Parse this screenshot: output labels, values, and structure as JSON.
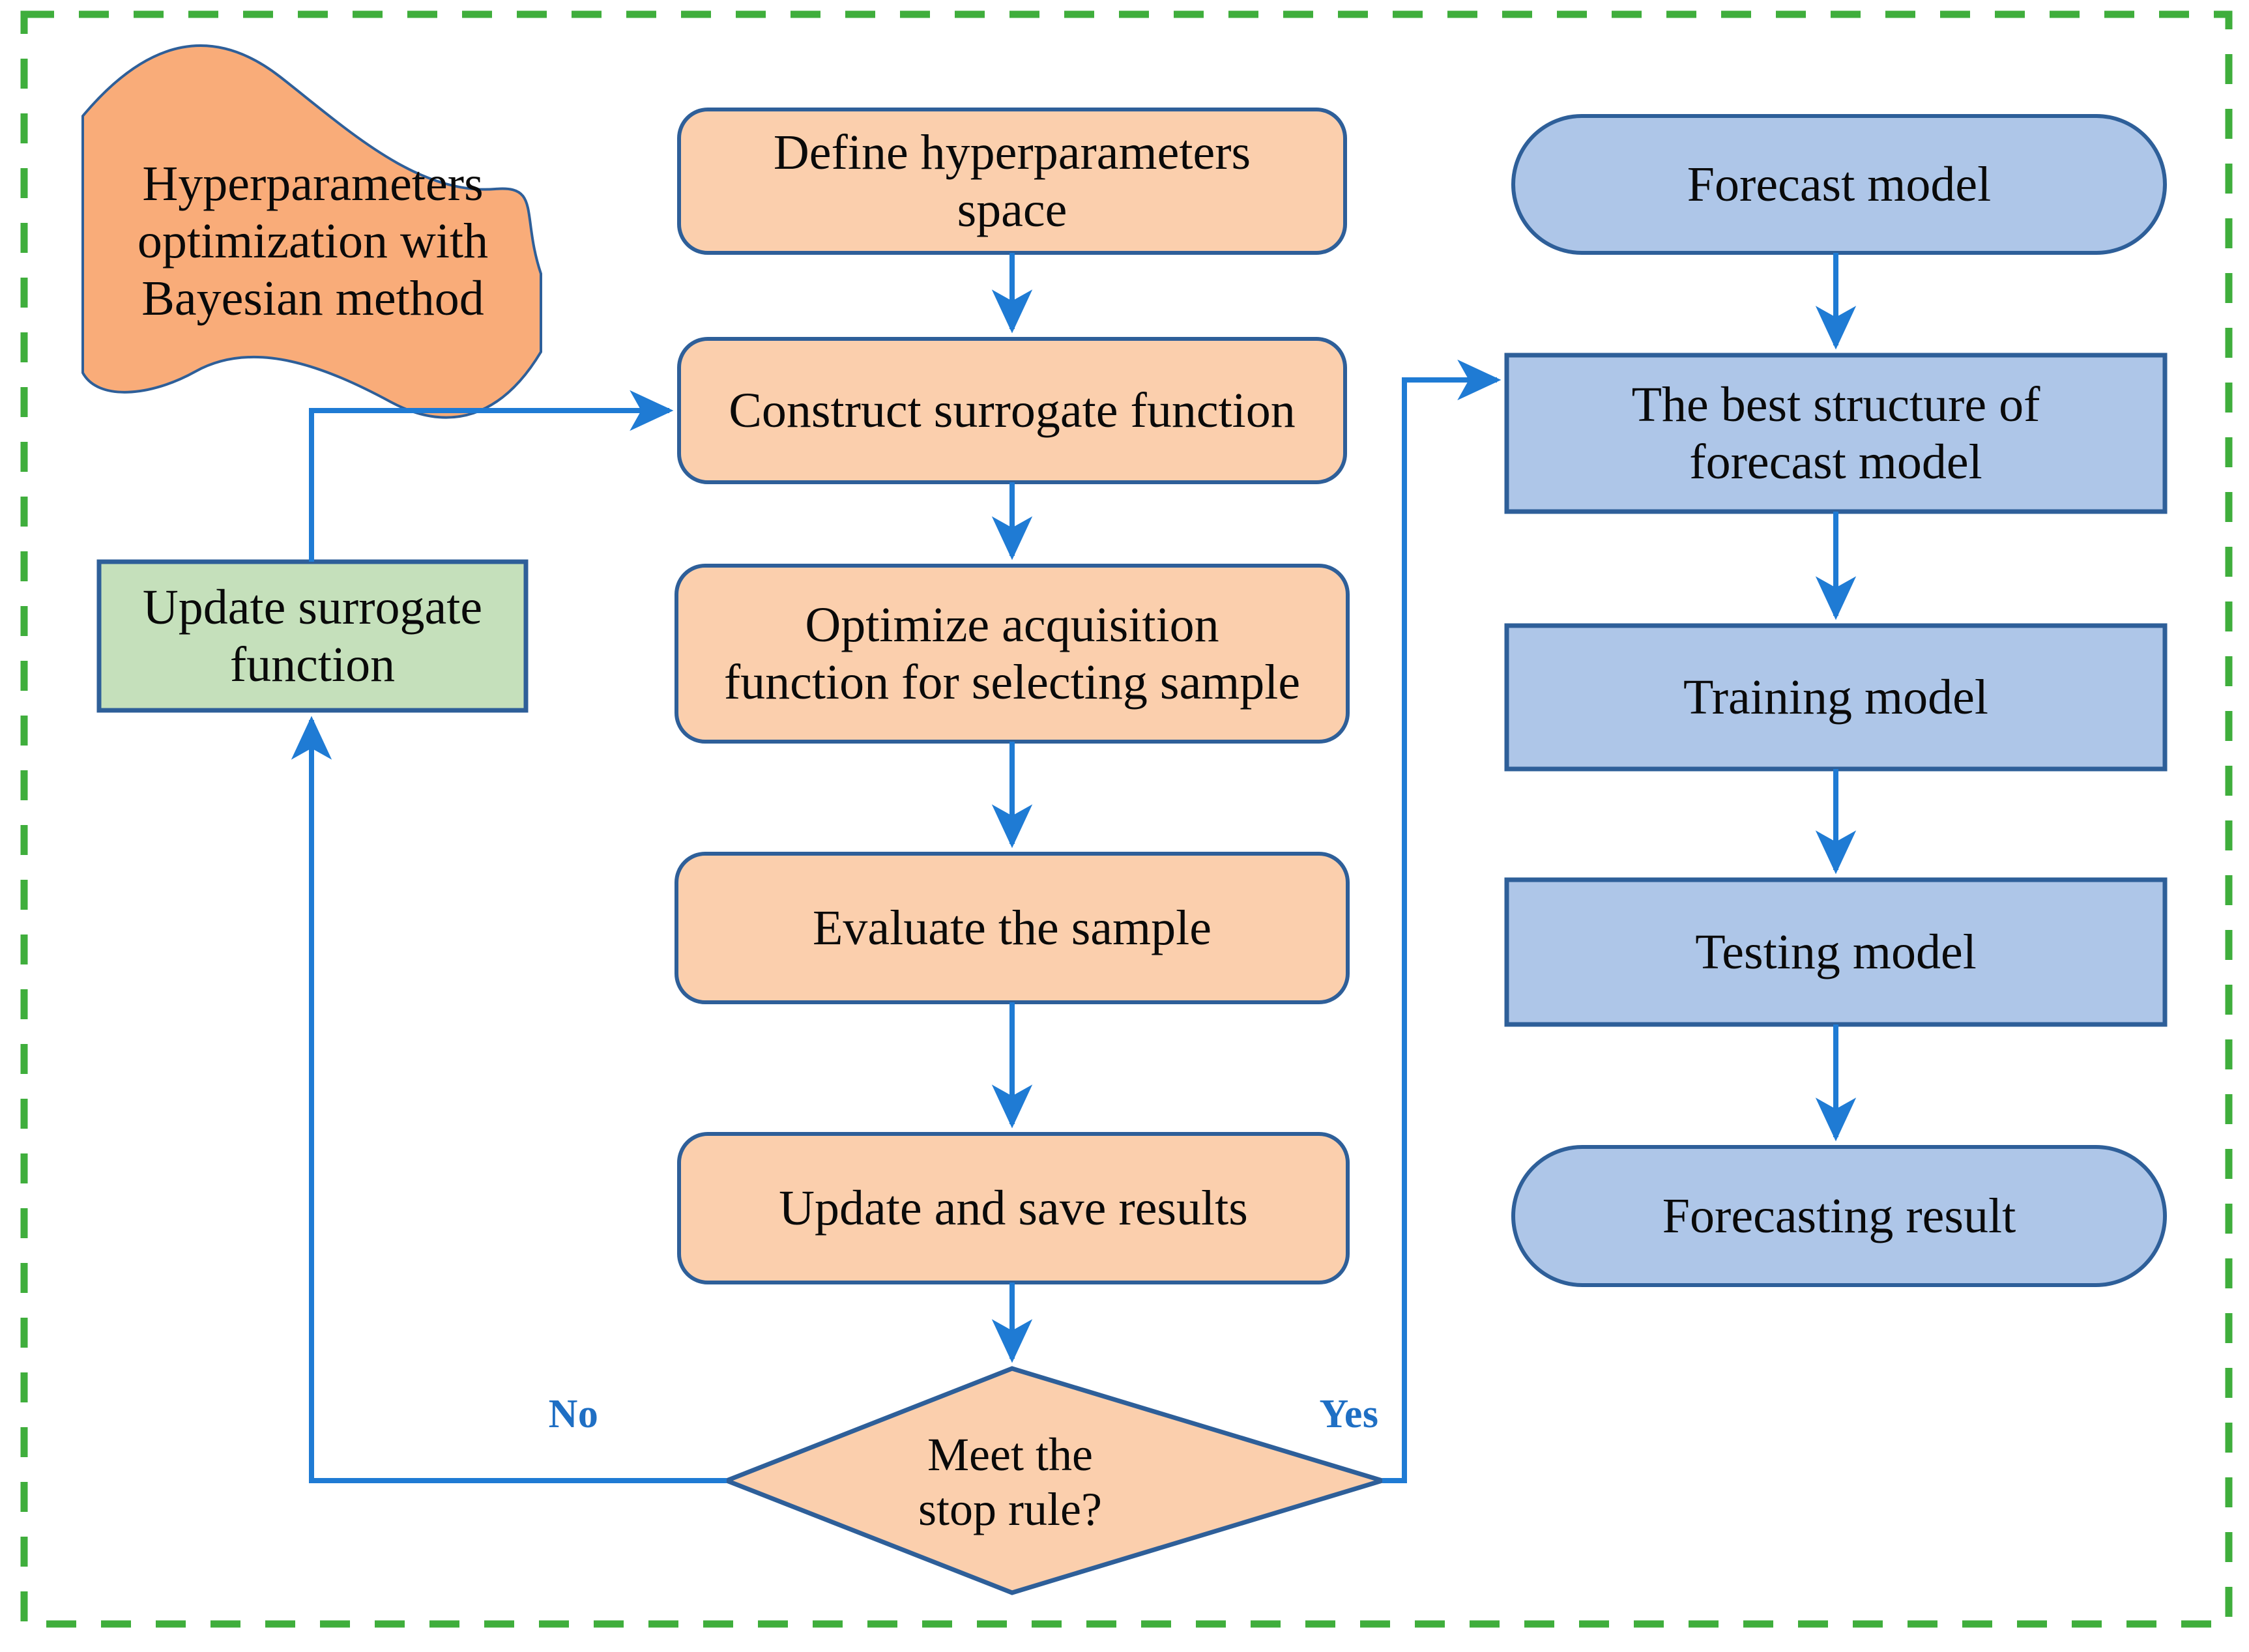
{
  "diagram": {
    "type": "flowchart",
    "title": "Hyperparameters optimization with Bayesian method and forecast model workflow",
    "colors": {
      "frame_dashed": "#3FAE3C",
      "wave_fill": "#F9AC79",
      "orange_fill": "#FBCFAD",
      "blue_fill": "#AEC6E8",
      "green_fill": "#C5E0BB",
      "shape_stroke": "#2E5F99",
      "connector": "#1F7BD4",
      "label_blue": "#1F6FC4",
      "text": "#0A0A0A",
      "background": "#FFFFFF"
    },
    "nodes": [
      {
        "id": "wave",
        "label": "Hyperparameters\noptimization with\nBayesian method",
        "shape": "wave",
        "fill": "wave_fill"
      },
      {
        "id": "define",
        "label": "Define hyperparameters\nspace",
        "shape": "rounded",
        "fill": "orange_fill"
      },
      {
        "id": "construct",
        "label": "Construct surrogate function",
        "shape": "rounded",
        "fill": "orange_fill"
      },
      {
        "id": "optimize",
        "label": "Optimize  acquisition\nfunction for selecting sample",
        "shape": "rounded",
        "fill": "orange_fill"
      },
      {
        "id": "evaluate",
        "label": "Evaluate  the sample",
        "shape": "rounded",
        "fill": "orange_fill"
      },
      {
        "id": "updatesave",
        "label": "Update and save results",
        "shape": "rounded",
        "fill": "orange_fill"
      },
      {
        "id": "decision",
        "label": "Meet the\nstop rule?",
        "shape": "diamond",
        "fill": "orange_fill"
      },
      {
        "id": "updatesurr",
        "label": "Update surrogate\nfunction",
        "shape": "rect",
        "fill": "green_fill"
      },
      {
        "id": "forecast",
        "label": "Forecast model",
        "shape": "stadium",
        "fill": "blue_fill"
      },
      {
        "id": "beststruct",
        "label": "The best structure of\nforecast model",
        "shape": "rect",
        "fill": "blue_fill"
      },
      {
        "id": "training",
        "label": "Training model",
        "shape": "rect",
        "fill": "blue_fill"
      },
      {
        "id": "testing",
        "label": "Testing model",
        "shape": "rect",
        "fill": "blue_fill"
      },
      {
        "id": "result",
        "label": "Forecasting result",
        "shape": "stadium",
        "fill": "blue_fill"
      }
    ],
    "edge_labels": {
      "no": "No",
      "yes": "Yes"
    },
    "edges": [
      {
        "from": "define",
        "to": "construct",
        "label": ""
      },
      {
        "from": "construct",
        "to": "optimize",
        "label": ""
      },
      {
        "from": "optimize",
        "to": "evaluate",
        "label": ""
      },
      {
        "from": "evaluate",
        "to": "updatesave",
        "label": ""
      },
      {
        "from": "updatesave",
        "to": "decision",
        "label": ""
      },
      {
        "from": "decision",
        "to": "updatesurr",
        "label": "No"
      },
      {
        "from": "updatesurr",
        "to": "construct",
        "label": ""
      },
      {
        "from": "decision",
        "to": "beststruct",
        "label": "Yes"
      },
      {
        "from": "forecast",
        "to": "beststruct",
        "label": ""
      },
      {
        "from": "beststruct",
        "to": "training",
        "label": ""
      },
      {
        "from": "training",
        "to": "testing",
        "label": ""
      },
      {
        "from": "testing",
        "to": "result",
        "label": ""
      }
    ]
  }
}
